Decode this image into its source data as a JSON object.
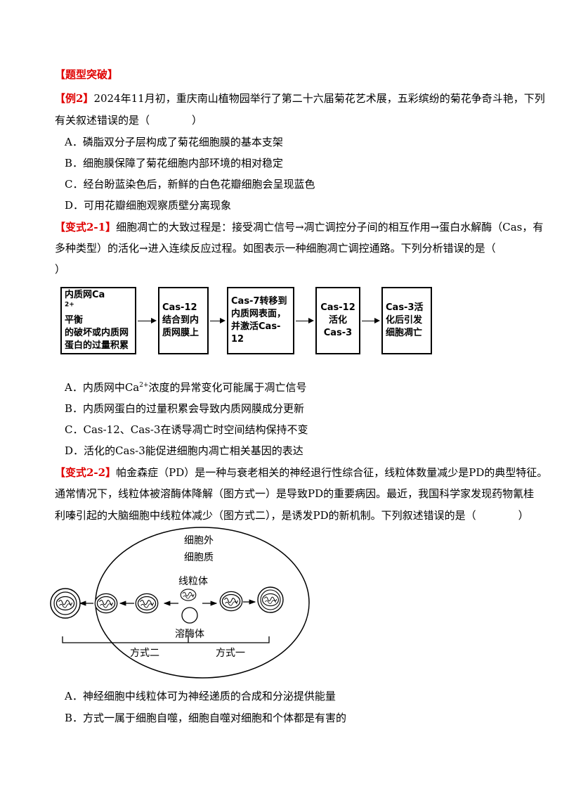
{
  "section_title": "【题型突破】",
  "example2": {
    "tag": "【例2】",
    "stem_line1": "2024年11月初，重庆南山植物园举行了第二十六届菊花艺术展，五彩缤纷的菊花争奇斗艳，下列",
    "stem_line2": "有关叙述错误的是（　　　　）",
    "options": [
      "A．磷脂双分子层构成了菊花细胞膜的基本支架",
      "B．细胞膜保障了菊花细胞内部环境的相对稳定",
      "C．经台盼蓝染色后，新鲜的白色花瓣细胞会呈现蓝色",
      "D．可用花瓣细胞观察质壁分离现象"
    ]
  },
  "variant21": {
    "tag": "【变式2-1】",
    "stem_line1": "细胞凋亡的大致过程是：接受凋亡信号→凋亡调控分子间的相互作用→蛋白水解酶（Cas，有",
    "stem_line2": "多种类型）的活化→进入连续反应过程。如图表示一种细胞凋亡调控通路。下列分析错误的是（",
    "stem_line3": "）",
    "flow": [
      {
        "l1a": "内质网Ca",
        "l1sup": "2+",
        "l1b": "平衡",
        "l2": "的破坏或内质网",
        "l3": "蛋白的过量积累"
      },
      {
        "l1a": "Cas-12",
        "l1sup": "",
        "l1b": "",
        "l2": "结合到内",
        "l3": "质网膜上"
      },
      {
        "l1a": "Cas-7转移到",
        "l1sup": "",
        "l1b": "",
        "l2": "内质网表面，",
        "l3": "并激活Cas-12"
      },
      {
        "l1a": "Cas-12",
        "l1sup": "",
        "l1b": "",
        "l2": "活化",
        "l3": "Cas-3"
      },
      {
        "l1a": "Cas-3活",
        "l1sup": "",
        "l1b": "",
        "l2": "化后引发",
        "l3": "细胞凋亡"
      }
    ],
    "optA_a": "A．内质网中Ca",
    "optA_sup": "2+",
    "optA_b": "浓度的异常变化可能属于凋亡信号",
    "optB": "B．内质网蛋白的过量积累会导致内质网膜成分更新",
    "optC": "C．Cas-12、Cas-3在诱导凋亡时空间结构保持不变",
    "optD": "D．活化的Cas-3能促进细胞内凋亡相关基因的表达"
  },
  "variant22": {
    "tag": "【变式2-2】",
    "stem_line1": "帕金森症（PD）是一种与衰老相关的神经退行性综合征，线粒体数量减少是PD的典型特征。",
    "stem_line2": "通常情况下，线粒体被溶酶体降解（图方式一）是导致PD的重要病因。最近，我国科学家发现药物氰桂",
    "stem_line3": "利嗪引起的大脑细胞中线粒体减少（图方式二），是诱发PD的新机制。下列叙述错误的是（　　　　）",
    "diagram": {
      "outside": "细胞外",
      "cytoplasm": "细胞质",
      "mito": "线粒体",
      "lyso": "溶酶体",
      "way2": "方式二",
      "way1": "方式一"
    },
    "optA": "A．神经细胞中线粒体可为神经递质的合成和分泌提供能量",
    "optB": "B．方式一属于细胞自噬，细胞自噬对细胞和个体都是有害的"
  }
}
